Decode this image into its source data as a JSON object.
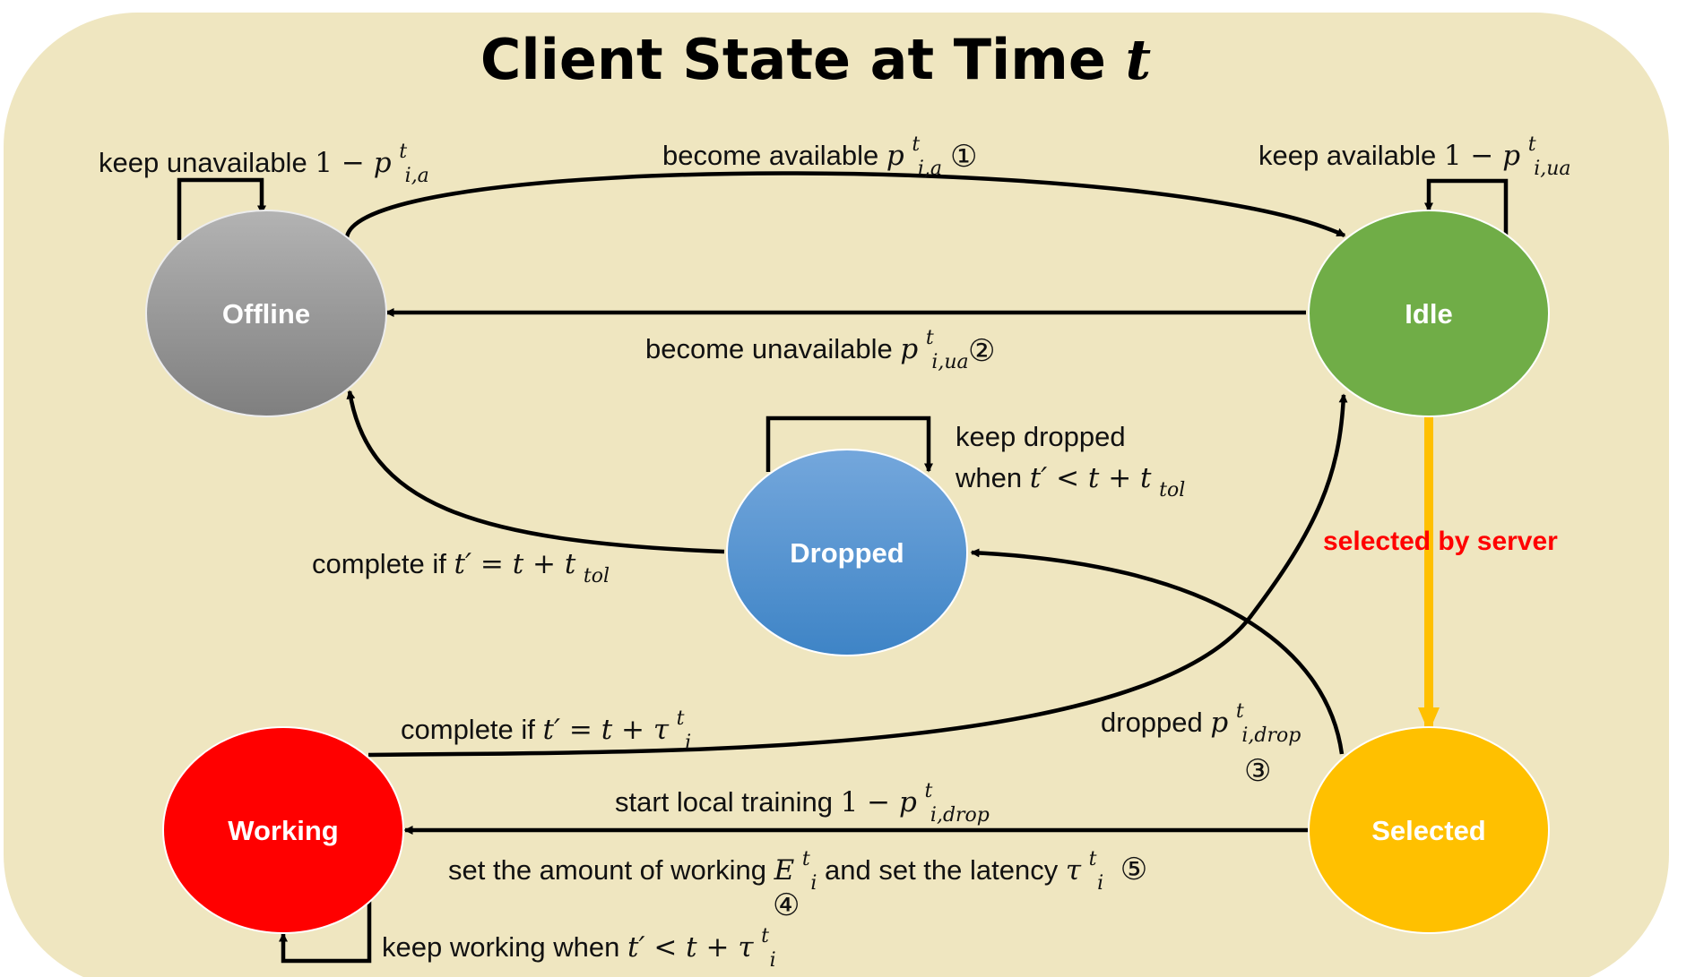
{
  "title": "Client State at Time",
  "title_var": "t",
  "colors": {
    "panel": "#EFE6C0",
    "offline": "#A6A6A6",
    "idle": "#70AD47",
    "dropped": "#5B9BD5",
    "selected": "#FFC000",
    "working": "#FF0000",
    "selected_arrow": "#FFC000",
    "selected_text": "#FF0000"
  },
  "nodes": {
    "offline": "Offline",
    "idle": "Idle",
    "dropped": "Dropped",
    "selected": "Selected",
    "working": "Working"
  },
  "labels": {
    "keep_unavailable": {
      "text": "keep unavailable ",
      "one": "1 − ",
      "p": "p",
      "sup": "t",
      "sub": "i,a"
    },
    "become_available": {
      "text": "become available ",
      "p": "p",
      "sup": "t",
      "sub": "i,a",
      "num": "①"
    },
    "keep_available": {
      "text": "keep available ",
      "one": "1 − ",
      "p": "p",
      "sup": "t",
      "sub": "i,ua"
    },
    "become_unavailable": {
      "text": "become unavailable ",
      "p": "p",
      "sup": "t",
      "sub": "i,ua",
      "num": "②"
    },
    "keep_dropped_1": "keep dropped",
    "keep_dropped_2": {
      "text": "when ",
      "expr": "t′ < t + t",
      "sub": "tol"
    },
    "complete_tol": {
      "text": "complete if ",
      "expr": "t′ = t + t",
      "sub": "tol"
    },
    "selected_by_server": "selected by server",
    "dropped": {
      "text": "dropped ",
      "p": "p",
      "sup": "t",
      "sub": "i,drop",
      "num": "③"
    },
    "complete_tau": {
      "text": "complete if ",
      "expr": "t′ = t + τ",
      "sup": "t",
      "sub": "i"
    },
    "start_training": {
      "text": "start local training ",
      "one": "1 − ",
      "p": "p",
      "sup": "t",
      "sub": "i,drop"
    },
    "set_amount": {
      "text": "set the amount of working ",
      "E": "E",
      "sup": "t",
      "sub": "i",
      "num": "④"
    },
    "set_latency": {
      "text": " and set the latency ",
      "tau": "τ",
      "sup": "t",
      "sub": "i",
      "num": "⑤"
    },
    "keep_working": {
      "text": "keep working when ",
      "expr": "t′ < t + τ",
      "sup": "t",
      "sub": "i"
    }
  }
}
